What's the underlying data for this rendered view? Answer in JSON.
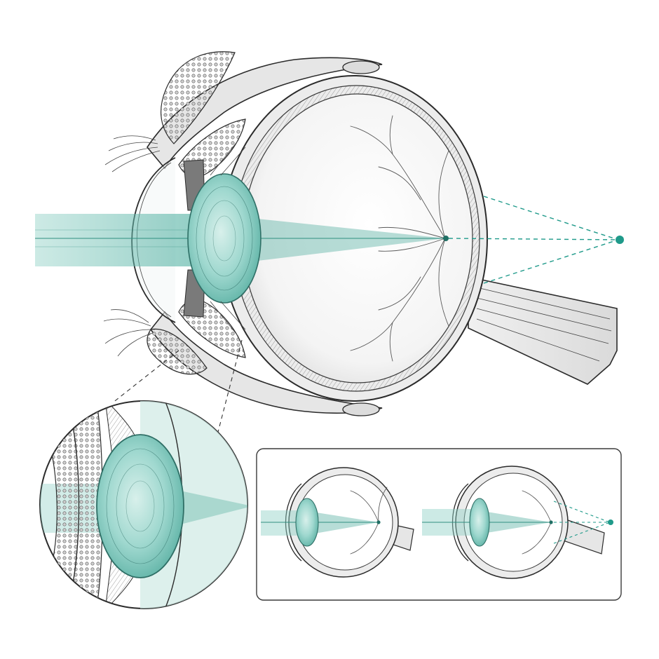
{
  "diagram": {
    "colors": {
      "accent": "#1f9a8a",
      "beam": "#7fc9bd",
      "lens": "#9fd8cf",
      "ink": "#2b2b2b",
      "panel_border": "#3a3a3a",
      "background": "#ffffff"
    },
    "parts": {
      "main_eye": "eye-cross-section",
      "detail": "lens-detail-magnifier",
      "comparison": "focus-comparison-panel"
    },
    "comparison_panel": {
      "eyes": [
        {
          "name": "focus-on-retina"
        },
        {
          "name": "focus-behind-retina"
        }
      ]
    }
  }
}
